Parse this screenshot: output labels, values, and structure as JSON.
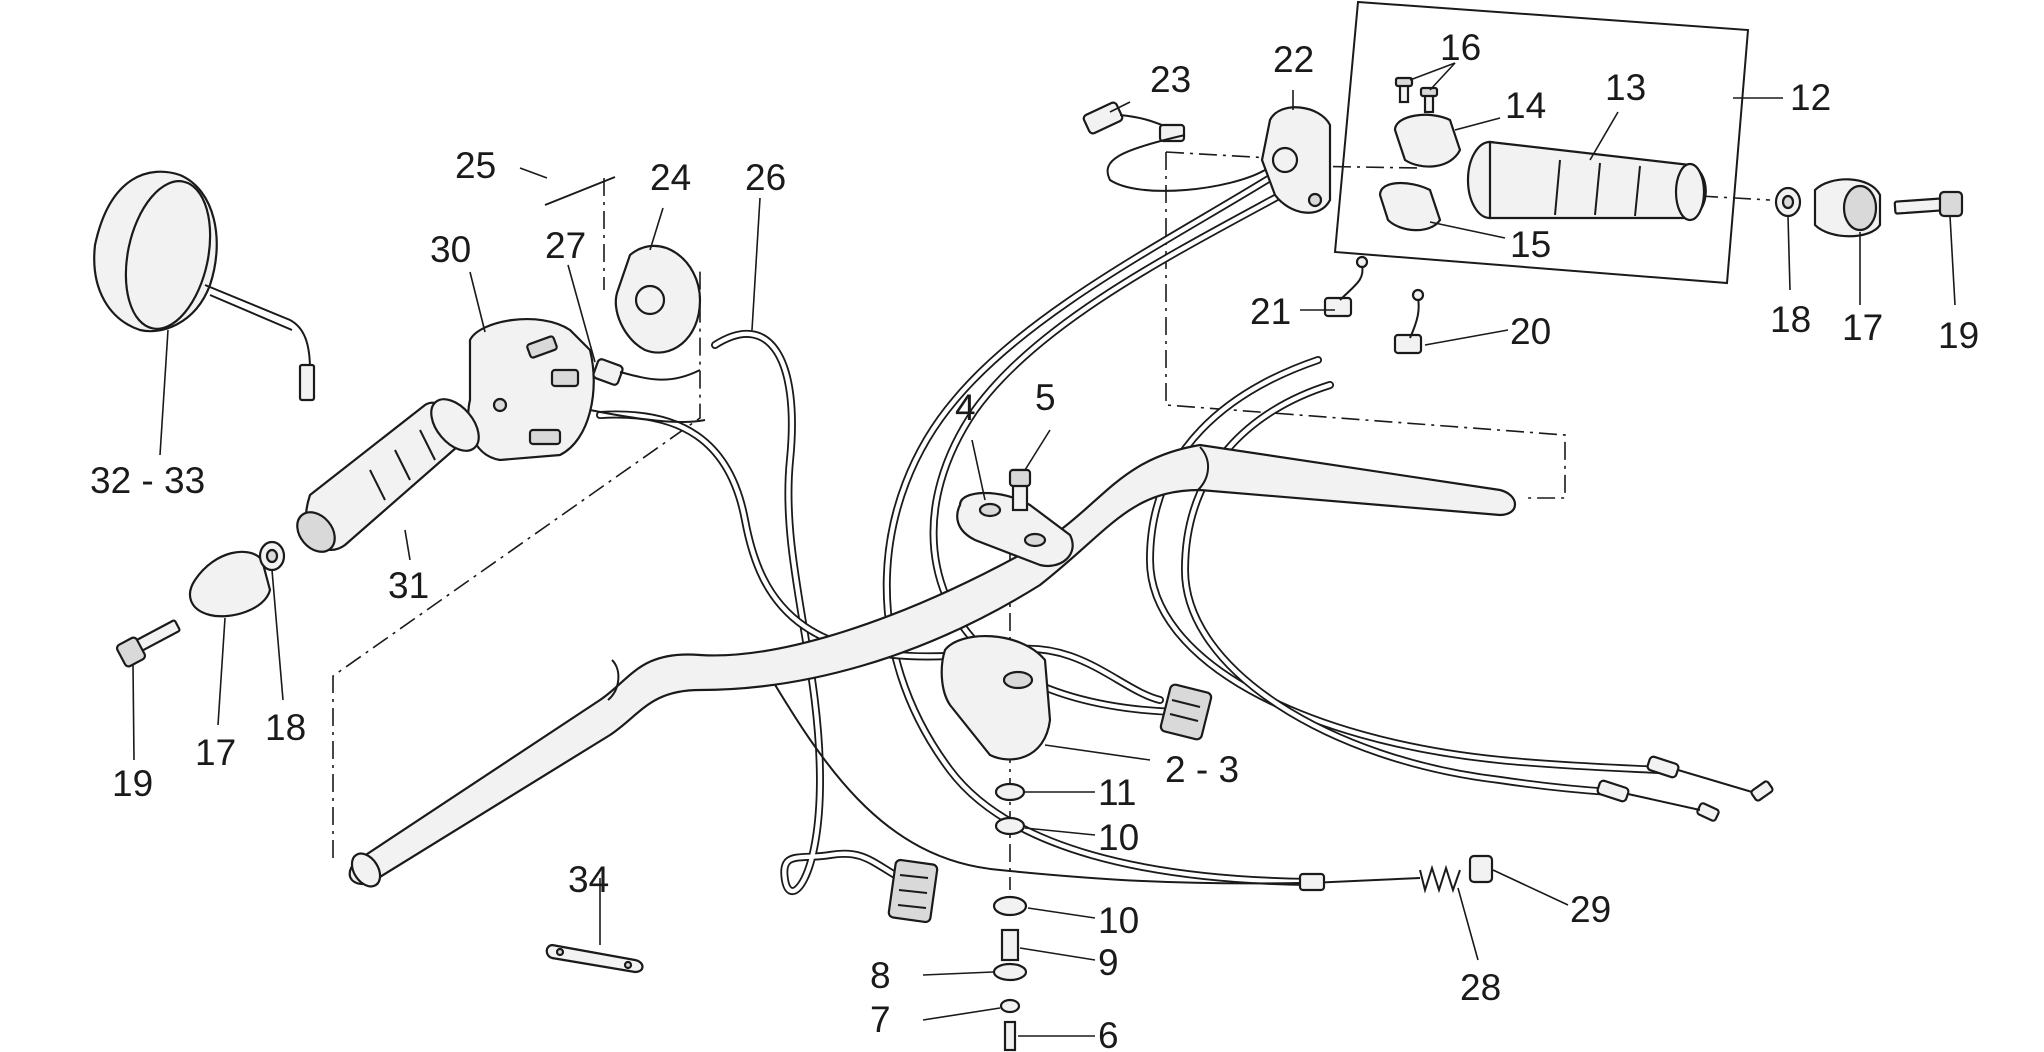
{
  "labels": {
    "l2_3": "2 - 3",
    "l4": "4",
    "l5": "5",
    "l6": "6",
    "l7": "7",
    "l8": "8",
    "l9": "9",
    "l10a": "10",
    "l10b": "10",
    "l11": "11",
    "l12": "12",
    "l13": "13",
    "l14": "14",
    "l15": "15",
    "l16": "16",
    "l17r": "17",
    "l17l": "17",
    "l18r": "18",
    "l18l": "18",
    "l19r": "19",
    "l19l": "19",
    "l20": "20",
    "l21": "21",
    "l22": "22",
    "l23": "23",
    "l24": "24",
    "l25": "25",
    "l26": "26",
    "l27": "27",
    "l28": "28",
    "l29": "29",
    "l30": "30",
    "l31": "31",
    "l32_33": "32 - 33",
    "l34": "34"
  },
  "colors": {
    "ink": "#1a1a1a",
    "part_fill": "#f2f2f2",
    "background": "#ffffff"
  }
}
